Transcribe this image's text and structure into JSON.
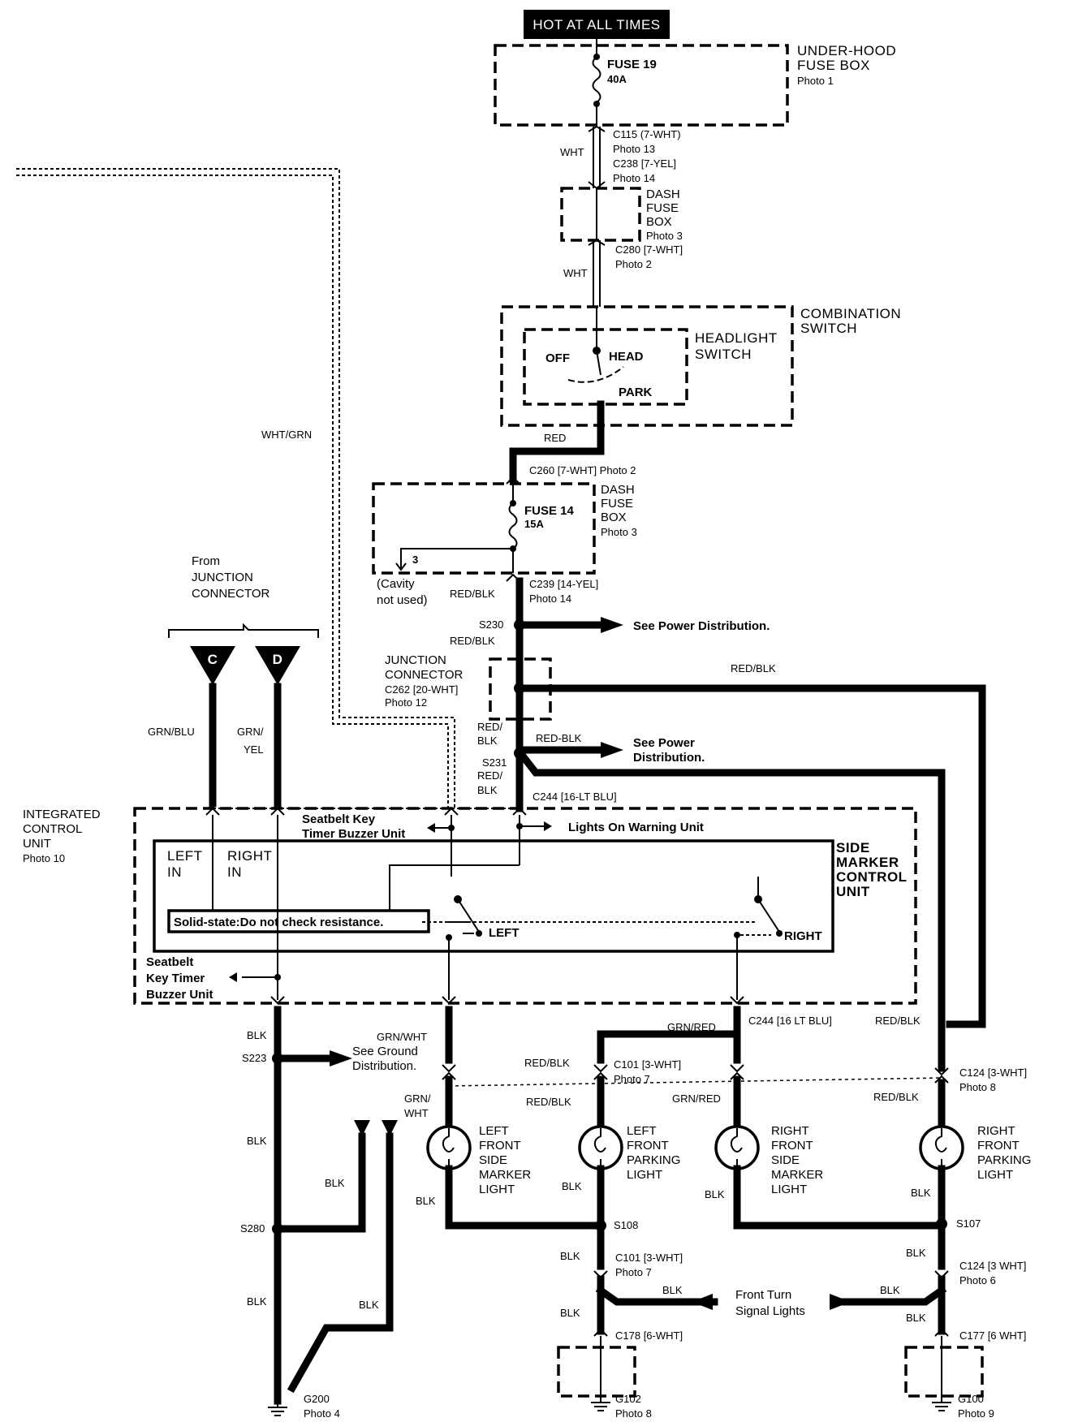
{
  "header": {
    "hot_label": "HOT AT ALL TIMES"
  },
  "underhood": {
    "title1": "UNDER-HOOD",
    "title2": "FUSE BOX",
    "photo": "Photo 1",
    "fuse": "FUSE 19",
    "amps": "40A"
  },
  "conn_c115": "C115 (7-WHT)",
  "photo13": "Photo 13",
  "conn_c238": "C238 [7-YEL]",
  "photo14a": "Photo 14",
  "wht1": "WHT",
  "dash1": {
    "l1": "DASH",
    "l2": "FUSE",
    "l3": "BOX",
    "photo": "Photo 3"
  },
  "conn_c280": "C280 [7-WHT]",
  "photo2a": "Photo 2",
  "wht2": "WHT",
  "combo": {
    "l1": "COMBINATION",
    "l2": "SWITCH"
  },
  "headlight": {
    "l1": "HEADLIGHT",
    "l2": "SWITCH",
    "off": "OFF",
    "head": "HEAD",
    "park": "PARK"
  },
  "red": "RED",
  "whtgrn": "WHT/GRN",
  "conn_c260": "C260 [7-WHT] Photo 2",
  "dash2": {
    "l1": "DASH",
    "l2": "FUSE",
    "l3": "BOX",
    "photo": "Photo 3",
    "fuse": "FUSE 14",
    "amps": "15A",
    "cavity_num": "3",
    "cavity1": "(Cavity",
    "cavity2": "not used)"
  },
  "redblk1": "RED/BLK",
  "conn_c239": "C239 [14-YEL]",
  "photo14b": "Photo 14",
  "s230": "S230",
  "see_power1": "See Power Distribution.",
  "redblk2": "RED/BLK",
  "from_junction": {
    "l1": "From",
    "l2": "JUNCTION",
    "l3": "CONNECTOR"
  },
  "junction": {
    "l1": "JUNCTION",
    "l2": "CONNECTOR",
    "conn": "C262 [20-WHT]",
    "photo": "Photo 12"
  },
  "redblk_right": "RED/BLK",
  "conn_c": "C",
  "conn_d": "D",
  "grnblu": "GRN/BLU",
  "grnyel1": "GRN/",
  "grnyel2": "YEL",
  "redblk3a": "RED/",
  "redblk3b": "BLK",
  "redblk4": "RED-BLK",
  "see_power2a": "See Power",
  "see_power2b": "Distribution.",
  "s231": "S231",
  "redblk5a": "RED/",
  "redblk5b": "BLK",
  "conn_c244a": "C244 [16-LT BLU]",
  "icu": {
    "l1": "INTEGRATED",
    "l2": "CONTROL",
    "l3": "UNIT",
    "photo": "Photo 10"
  },
  "seatbelt_top1": "Seatbelt Key",
  "seatbelt_top2": "Timer Buzzer Unit",
  "lights_on": "Lights On Warning Unit",
  "side_marker": {
    "l1": "SIDE",
    "l2": "MARKER",
    "l3": "CONTROL",
    "l4": "UNIT"
  },
  "left_in1": "LEFT",
  "left_in2": "IN",
  "right_in1": "RIGHT",
  "right_in2": "IN",
  "solid_state": "Solid-state:Do not check resistance.",
  "left_sw": "LEFT",
  "right_sw": "RIGHT",
  "seatbelt_bot1": "Seatbelt",
  "seatbelt_bot2": "Key Timer",
  "seatbelt_bot3": "Buzzer Unit",
  "conn_c244b": "C244 [16 LT BLU]",
  "redblk6": "RED/BLK",
  "blk1": "BLK",
  "s223": "S223",
  "see_ground1": "See Ground",
  "see_ground2": "Distribution.",
  "grnwht1": "GRN/WHT",
  "grnred1": "GRN/RED",
  "redblk7": "RED/BLK",
  "conn_c101a": "C101 [3-WHT]",
  "photo7a": "Photo 7",
  "conn_c124a": "C124 [3-WHT]",
  "photo8": "Photo 8",
  "grnwht2a": "GRN/",
  "grnwht2b": "WHT",
  "redblk8": "RED/BLK",
  "grnred2": "GRN/RED",
  "redblk9": "RED/BLK",
  "lights": {
    "lf_marker": [
      "LEFT",
      "FRONT",
      "SIDE",
      "MARKER",
      "LIGHT"
    ],
    "lf_parking": [
      "LEFT",
      "FRONT",
      "PARKING",
      "LIGHT"
    ],
    "rf_marker": [
      "RIGHT",
      "FRONT",
      "SIDE",
      "MARKER",
      "LIGHT"
    ],
    "rf_parking": [
      "RIGHT",
      "FRONT",
      "PARKING",
      "LIGHT"
    ]
  },
  "blk2": "BLK",
  "blk3": "BLK",
  "blk4": "BLK",
  "blk5": "BLK",
  "blk6": "BLK",
  "blk7": "BLK",
  "s280": "S280",
  "s108": "S108",
  "s107": "S107",
  "blk8": "BLK",
  "blk9": "BLK",
  "conn_c101b": "C101 [3-WHT]",
  "photo7b": "Photo 7",
  "conn_c124b": "C124 [3 WHT]",
  "photo6": "Photo 6",
  "blk10": "BLK",
  "blk11": "BLK",
  "front_turn1": "Front Turn",
  "front_turn2": "Signal Lights",
  "blk12": "BLK",
  "blk13": "BLK",
  "blk14": "BLK",
  "conn_c178": "C178 [6-WHT]",
  "conn_c177": "C177 [6 WHT]",
  "g200": "G200",
  "photo4": "Photo 4",
  "g102": "G102",
  "photo8b": "Photo 8",
  "g100": "G100",
  "photo9": "Photo 9"
}
